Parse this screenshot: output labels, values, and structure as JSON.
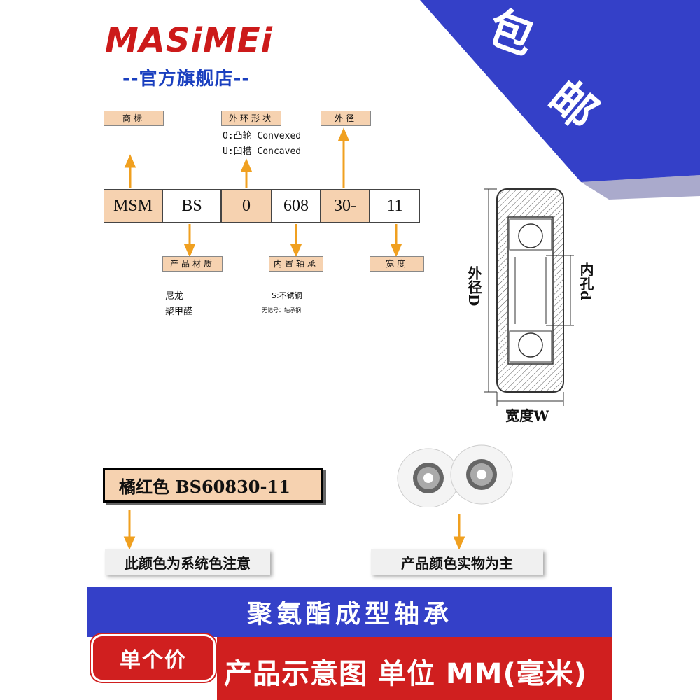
{
  "brand": {
    "logo": "MASiMEi",
    "subtitle": "--官方旗舰店--"
  },
  "corner": {
    "text1": "包",
    "text2": "邮"
  },
  "labels": {
    "trademark": "商标",
    "outer_ring_shape": "外环形状",
    "outer_diameter": "外径",
    "material": "产品材质",
    "inner_bearing": "内置轴承",
    "width": "宽度"
  },
  "notes": {
    "shape_line1": "O:凸轮 Convexed",
    "shape_line2": "U:凹槽 Concaved",
    "material_line1": "尼龙",
    "material_line2": "聚甲醛",
    "bearing_line1": "S:不锈钢",
    "bearing_line2": "无记号：轴承钢"
  },
  "code_cells": [
    "MSM",
    "BS",
    "0",
    "608",
    "30-",
    "11"
  ],
  "diagram": {
    "outer_d": "外径D",
    "inner_d": "内孔d",
    "width_w": "宽度W"
  },
  "color_box": {
    "text": "橘红色  BS60830-11"
  },
  "captions": {
    "left": "此颜色为系统色注意",
    "right": "产品颜色实物为主"
  },
  "footer": {
    "title": "聚氨酯成型轴承",
    "price_label": "单个价",
    "note": "产品示意图  单位 MM(毫米)"
  },
  "colors": {
    "orange": "#f6d2b0",
    "red": "#d01f1f",
    "blue": "#3440c8",
    "arrow": "#f0a020"
  }
}
